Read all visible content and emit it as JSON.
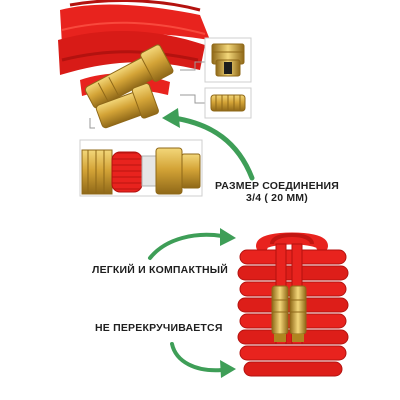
{
  "captions": {
    "connection_size_line1": "РАЗМЕР СОЕДИНЕНИЯ",
    "connection_size_line2": "3/4 ( 20 ММ)",
    "light_compact": "ЛЕГКИЙ И КОМПАКТНЫЙ",
    "no_twist": "НЕ ПЕРЕКРУЧИВАЕТСЯ"
  },
  "colors": {
    "hose_red": "#e8231e",
    "hose_dark": "#b3120f",
    "brass": "#d4a437",
    "brass_dark": "#9c7420",
    "arrow_green": "#3e9e57",
    "caption_text": "#1f1f1f"
  },
  "icons": {
    "arrow": "curved-arrow-icon",
    "connector": "brass-connector-icon"
  }
}
